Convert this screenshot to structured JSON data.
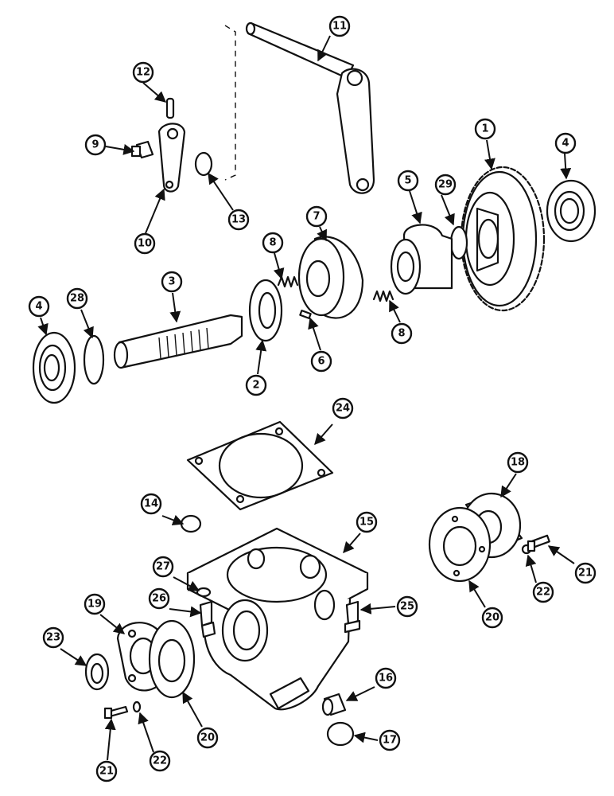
{
  "callouts": [
    {
      "id": "c11-a",
      "label": "11"
    },
    {
      "id": "c12-a",
      "label": "12"
    },
    {
      "id": "c9-a",
      "label": "9"
    },
    {
      "id": "c13-a",
      "label": "13"
    },
    {
      "id": "c10-a",
      "label": "10"
    },
    {
      "id": "c1-a",
      "label": "1"
    },
    {
      "id": "c4-a",
      "label": "4"
    },
    {
      "id": "c29-a",
      "label": "29"
    },
    {
      "id": "c5-a",
      "label": "5"
    },
    {
      "id": "c7-a",
      "label": "7"
    },
    {
      "id": "c8-a",
      "label": "8"
    },
    {
      "id": "c8-b",
      "label": "8"
    },
    {
      "id": "c3-a",
      "label": "3"
    },
    {
      "id": "c4-b",
      "label": "4"
    },
    {
      "id": "c28-a",
      "label": "28"
    },
    {
      "id": "c2-a",
      "label": "2"
    },
    {
      "id": "c6-a",
      "label": "6"
    },
    {
      "id": "c24-a",
      "label": "24"
    },
    {
      "id": "c14-a",
      "label": "14"
    },
    {
      "id": "c15-a",
      "label": "15"
    },
    {
      "id": "c18-a",
      "label": "18"
    },
    {
      "id": "c27-a",
      "label": "27"
    },
    {
      "id": "c26-a",
      "label": "26"
    },
    {
      "id": "c25-a",
      "label": "25"
    },
    {
      "id": "c19-a",
      "label": "19"
    },
    {
      "id": "c23-a",
      "label": "23"
    },
    {
      "id": "c20-a",
      "label": "20"
    },
    {
      "id": "c20-b",
      "label": "20"
    },
    {
      "id": "c21-a",
      "label": "21"
    },
    {
      "id": "c22-a",
      "label": "22"
    },
    {
      "id": "c21-b",
      "label": "21"
    },
    {
      "id": "c22-b",
      "label": "22"
    },
    {
      "id": "c16-a",
      "label": "16"
    },
    {
      "id": "c17-a",
      "label": "17"
    }
  ]
}
